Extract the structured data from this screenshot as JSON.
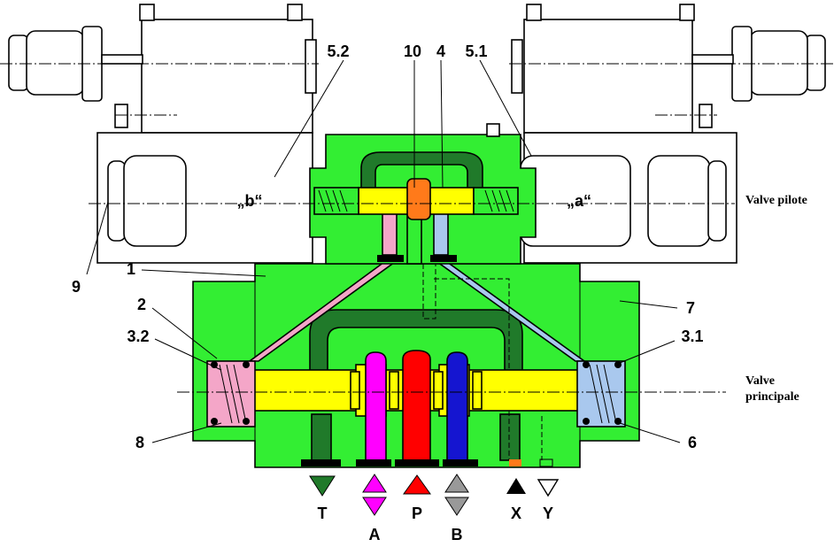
{
  "callouts": {
    "c52": "5.2",
    "c10": "10",
    "c4": "4",
    "c51": "5.1",
    "c1": "1",
    "c9": "9",
    "c2": "2",
    "c32": "3.2",
    "c8": "8",
    "c7": "7",
    "c31": "3.1",
    "c6": "6"
  },
  "positions": {
    "b": "„b“",
    "a": "„a“"
  },
  "sections": {
    "pilot": "Valve pilote",
    "main_line1": "Valve",
    "main_line2": "principale"
  },
  "ports": {
    "T": "T",
    "A": "A",
    "P": "P",
    "B": "B",
    "X": "X",
    "Y": "Y"
  },
  "colors": {
    "body_green": "#33ee33",
    "channel_dark_green": "#207a2a",
    "spool_yellow": "#ffff00",
    "port_a_magenta": "#ff00ff",
    "port_p_red": "#ff0000",
    "port_b_blue": "#1515d0",
    "pilot_pink": "#f4a6c8",
    "pilot_light_blue": "#a9c8ee",
    "orange": "#ff7a1a",
    "grey_symbol": "#999999"
  }
}
